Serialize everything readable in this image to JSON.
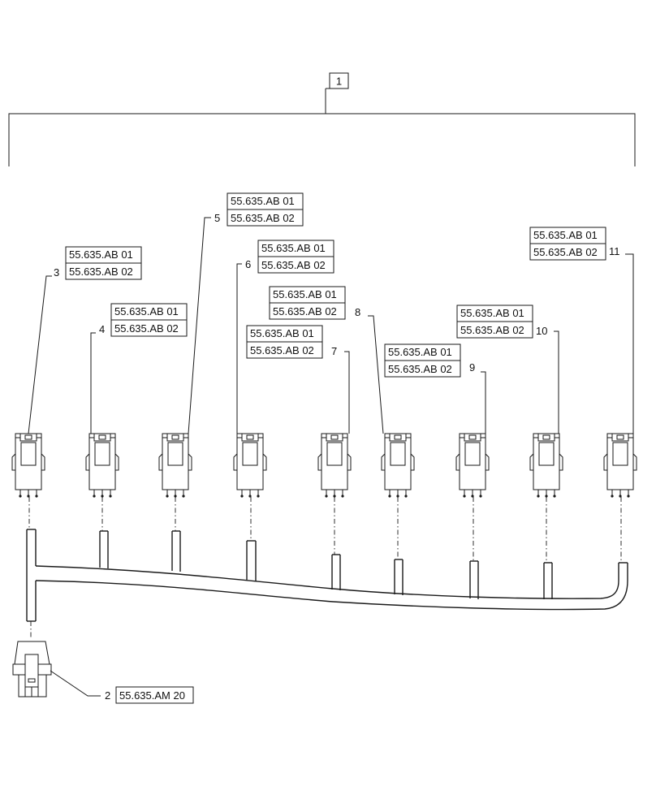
{
  "assembly": {
    "item": "1"
  },
  "main_connector": {
    "item": "2",
    "ref": "55.635.AM 20"
  },
  "connectors": [
    {
      "item": "3",
      "ref_top": "55.635.AB 01",
      "ref_bottom": "55.635.AB 02"
    },
    {
      "item": "4",
      "ref_top": "55.635.AB 01",
      "ref_bottom": "55.635.AB 02"
    },
    {
      "item": "5",
      "ref_top": "55.635.AB 01",
      "ref_bottom": "55.635.AB 02"
    },
    {
      "item": "6",
      "ref_top": "55.635.AB 01",
      "ref_bottom": "55.635.AB 02"
    },
    {
      "item": "7",
      "ref_top": "55.635.AB 01",
      "ref_bottom": "55.635.AB 02"
    },
    {
      "item": "8",
      "ref_top": "55.635.AB 01",
      "ref_bottom": "55.635.AB 02"
    },
    {
      "item": "9",
      "ref_top": "55.635.AB 01",
      "ref_bottom": "55.635.AB 02"
    },
    {
      "item": "10",
      "ref_top": "55.635.AB 01",
      "ref_bottom": "55.635.AB 02"
    },
    {
      "item": "11",
      "ref_top": "55.635.AB 01",
      "ref_bottom": "55.635.AB 02"
    }
  ]
}
